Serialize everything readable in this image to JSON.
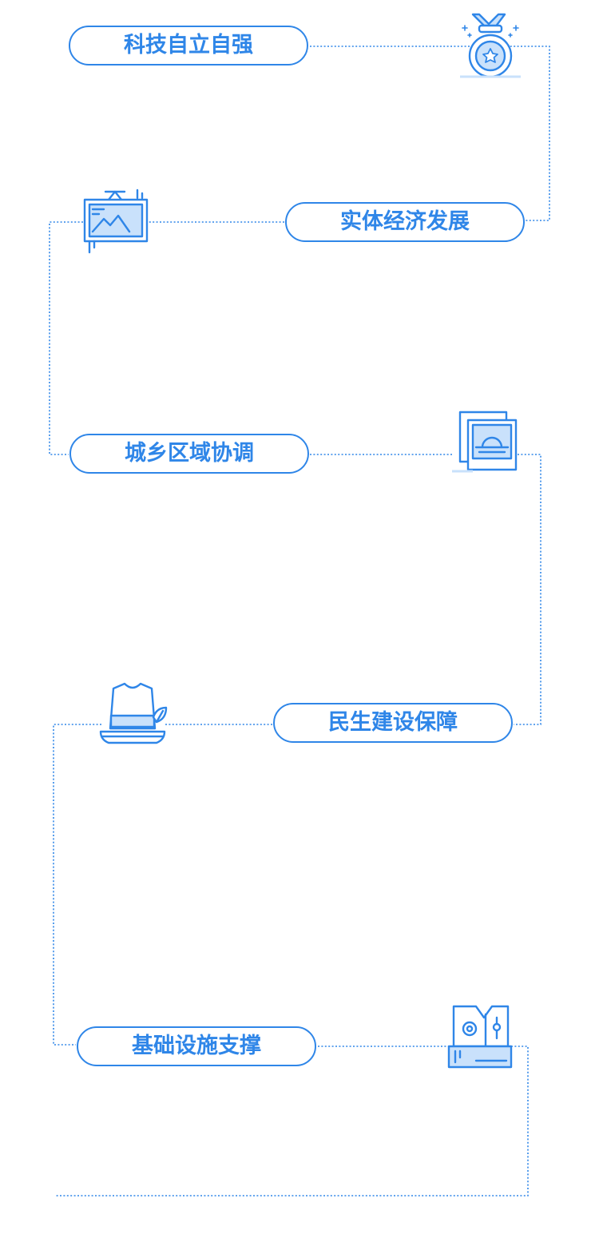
{
  "accent_color": "#2f86e8",
  "light_color": "#c9e1fb",
  "items": [
    {
      "label": "科技自立自强",
      "icon": "medal-icon"
    },
    {
      "label": "实体经济发展",
      "icon": "framed-picture-icon"
    },
    {
      "label": "城乡区域协调",
      "icon": "photo-stack-icon"
    },
    {
      "label": "民生建设保障",
      "icon": "hat-icon"
    },
    {
      "label": "基础设施支撑",
      "icon": "device-panel-icon"
    }
  ]
}
